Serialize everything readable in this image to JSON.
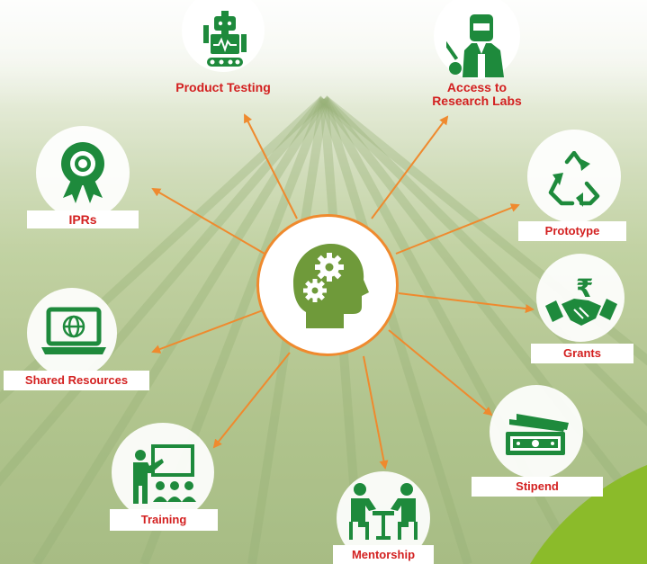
{
  "colors": {
    "arrow": "#ef8a2e",
    "icon": "#1e8a3c",
    "label": "#d32020",
    "hub_icon": "#6f9a3a"
  },
  "hub": {
    "icon": "head-gears-icon"
  },
  "nodes": {
    "product_testing": {
      "label": "Product Testing",
      "icon": "robot-icon"
    },
    "research_labs": {
      "label_line1": "Access to",
      "label_line2": "Research Labs",
      "icon": "welder-icon"
    },
    "iprs": {
      "label": "IPRs",
      "icon": "award-ribbon-icon"
    },
    "prototype": {
      "label": "Prototype",
      "icon": "recycle-icon"
    },
    "grants": {
      "label": "Grants",
      "icon": "rupee-handshake-icon"
    },
    "shared_resources": {
      "label": "Shared Resources",
      "icon": "laptop-globe-icon"
    },
    "stipend": {
      "label": "Stipend",
      "icon": "cash-icon"
    },
    "training": {
      "label": "Training",
      "icon": "presentation-icon"
    },
    "mentorship": {
      "label": "Mentorship",
      "icon": "meeting-icon"
    }
  }
}
